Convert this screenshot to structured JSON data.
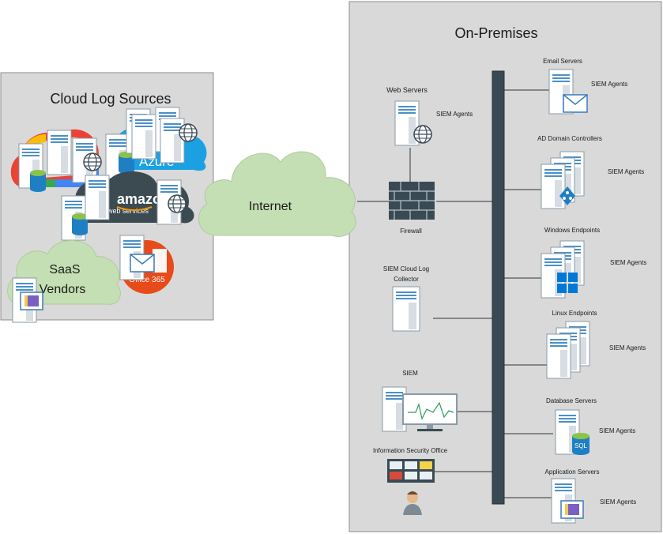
{
  "titles": {
    "cloud": "Cloud Log Sources",
    "onprem": "On-Premises",
    "internet": "Internet",
    "saas_line1": "SaaS",
    "saas_line2": "Vendors",
    "azure": "Azure",
    "amazon_line1": "amazon",
    "amazon_line2": "web services",
    "office": "Office 365"
  },
  "onprem_left": {
    "web_servers": "Web Servers",
    "web_agents": "SIEM Agents",
    "firewall": "Firewall",
    "collector_line1": "SIEM Cloud Log",
    "collector_line2": "Collector",
    "siem": "SIEM",
    "iso": "Information Security Office"
  },
  "onprem_right": {
    "email": "Email Servers",
    "email_agents": "SIEM Agents",
    "ad": "AD Domain Controllers",
    "ad_agents": "SIEM Agents",
    "windows": "Windows Endpoints",
    "windows_agents": "SIEM Agents",
    "linux": "Linux Endpoints",
    "linux_agents": "SIEM Agents",
    "database": "Database Servers",
    "database_agents": "SIEM Agents",
    "app": "Application Servers",
    "app_agents": "SIEM Agents"
  },
  "badges": {
    "sql": "SQL"
  },
  "colors": {
    "panel": "#d9d9d9",
    "cloud_green": "#c5dfb4",
    "backbone": "#3a4a55",
    "azure": "#1ba1e2",
    "aws": "#3c4a52",
    "office": "#e84a1a",
    "server_accent": "#4a90c8"
  }
}
